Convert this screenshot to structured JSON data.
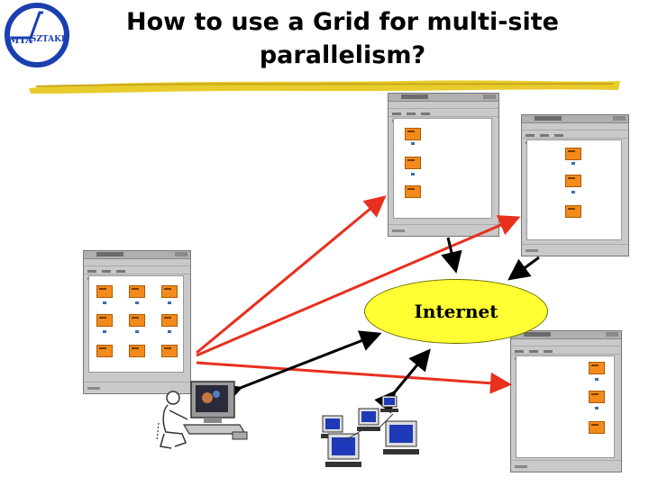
{
  "title": {
    "line1": "How to use a Grid for multi-site",
    "line2": "parallelism?"
  },
  "logo": {
    "left_text": "MTA",
    "right_text": "SZTAKI",
    "colors": {
      "ring": "#1a3fb0",
      "fill": "#ffffff"
    }
  },
  "network": {
    "label": "Internet",
    "fill": "#ffff33"
  },
  "colors": {
    "red_arrow": "#e8301e",
    "black_arrow": "#000000",
    "title_stroke": "#e8cc2c",
    "job": "#f28a1c"
  },
  "icons": {
    "user": "user-at-computer-icon",
    "cluster": "computer-cluster-icon"
  },
  "windows": [
    {
      "id": "workflow-window-top-center",
      "grid": [
        1,
        3
      ]
    },
    {
      "id": "workflow-window-top-right",
      "grid": [
        1,
        3
      ]
    },
    {
      "id": "workflow-window-left",
      "grid": [
        3,
        3
      ]
    },
    {
      "id": "workflow-window-bottom-right",
      "grid": [
        1,
        3
      ]
    }
  ]
}
